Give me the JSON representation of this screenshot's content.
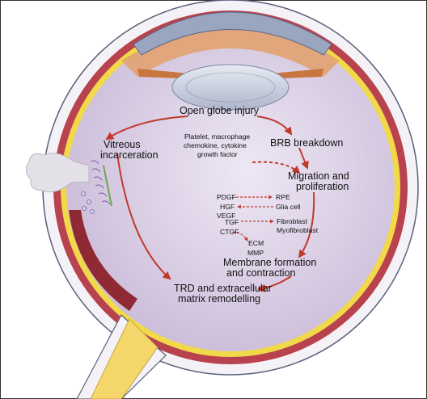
{
  "diagram": {
    "nodes": {
      "injury": "Open globe injury",
      "vitreous_1": "Vitreous",
      "vitreous_2": "incarceration",
      "brb": "BRB breakdown",
      "factors_1": "Platelet, macrophage",
      "factors_2": "chemokine, cytokine",
      "factors_3": "growth factor",
      "migration_1": "Migration and",
      "migration_2": "proliferation",
      "pdgf": "PDGF",
      "hgf": "HGF",
      "vegf": "VEGF",
      "rpe": "RPE",
      "glia": "Glia cell",
      "tgf": "TGF",
      "ctgf": "CTGF",
      "fibroblast": "Fibroblast",
      "myofibroblast": "Myofibroblast",
      "ecm": "ECM",
      "mmp": "MMP",
      "membrane_1": "Membrane formation",
      "membrane_2": "and contraction",
      "trd_1": "TRD and extracellular",
      "trd_2": "matrix remodelling"
    },
    "colors": {
      "arrow": "#c0392b",
      "vitreous": "#e6ddef",
      "retina": "#f1d94a",
      "choroid": "#8f2a34",
      "sclera": "#f4f2f6",
      "lens": "#c9cfe0",
      "cornea": "#9aa6bf",
      "optic_nerve": "#f4d66a"
    }
  }
}
